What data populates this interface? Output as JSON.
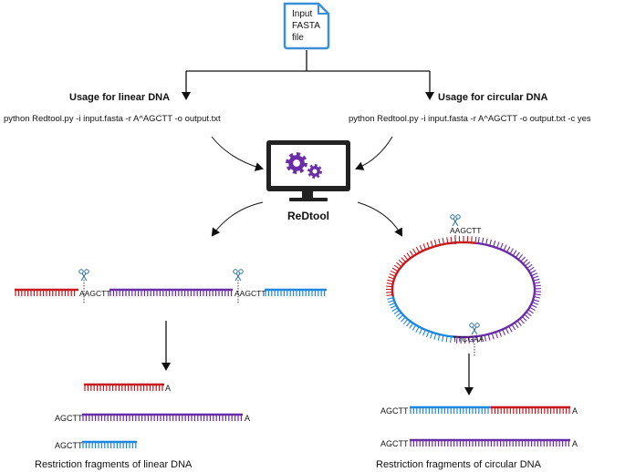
{
  "input_file": {
    "line1": "Input",
    "line2": "FASTA",
    "line3": "file"
  },
  "linear": {
    "title": "Usage for linear DNA",
    "command": "python Redtool.py -i input.fasta -r A^AGCTT -o output.txt",
    "site_left": "AAGCTT",
    "site_right": "AAGCTT",
    "fragments": [
      {
        "prefix": "",
        "suffix": "A",
        "color": "red"
      },
      {
        "prefix": "AGCTT",
        "suffix": "A",
        "color": "purple"
      },
      {
        "prefix": "AGCTT",
        "suffix": "",
        "color": "blue"
      }
    ],
    "caption": "Restriction fragments of linear DNA"
  },
  "circular": {
    "title": "Usage for circular DNA",
    "command": "python Redtool.py -i input.fasta -r A^AGCTT -o output.txt -c yes",
    "site_top": "AAGCTT",
    "site_bottom": "TTCGAA",
    "fragments": [
      {
        "prefix": "AGCTT",
        "suffix": "A",
        "colors": [
          "blue",
          "red"
        ]
      },
      {
        "prefix": "AGCTT",
        "suffix": "A",
        "colors": [
          "purple"
        ]
      }
    ],
    "caption": "Restriction fragments of circular DNA"
  },
  "tool_name": "ReDtool",
  "colors": {
    "red": "#c8191e",
    "purple": "#6a2da8",
    "blue": "#1e88e0",
    "file_border": "#3b8fd6",
    "monitor": "#222222",
    "gear": "#6a2da8"
  },
  "icons": [
    "file-icon",
    "computer-icon",
    "gear-icon",
    "scissors-icon"
  ]
}
